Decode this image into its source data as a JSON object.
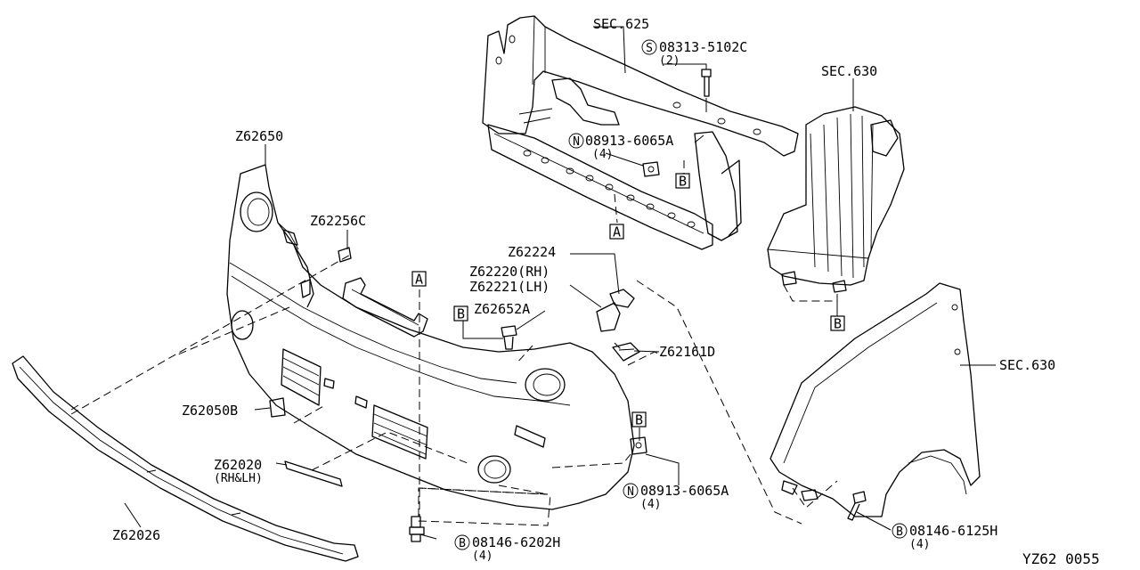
{
  "labels": {
    "sec625": "SEC.625",
    "sec630_top": "SEC.630",
    "sec630_right": "SEC.630",
    "bolt_s_sym": "S",
    "bolt_s_num": "08313-5102C",
    "bolt_s_qty": "(2)",
    "nut_n1_sym": "N",
    "nut_n1_num": "08913-6065A",
    "nut_n1_qty": "(4)",
    "nut_n2_sym": "N",
    "nut_n2_num": "08913-6065A",
    "nut_n2_qty": "(4)",
    "bolt_b1_sym": "B",
    "bolt_b1_num": "08146-6202H",
    "bolt_b1_qty": "(4)",
    "bolt_b2_sym": "B",
    "bolt_b2_num": "08146-6125H",
    "bolt_b2_qty": "(4)",
    "z62650": "Z62650",
    "z62256c": "Z62256C",
    "z62224": "Z62224",
    "z62220": "Z62220(RH)",
    "z62221": "Z62221(LH)",
    "z62652a": "Z62652A",
    "z62161d": "Z62161D",
    "z62050b": "Z62050B",
    "z62020": "Z62020",
    "z62020_sub": "(RH&LH)",
    "z62026": "Z62026",
    "ref_a1": "A",
    "ref_a2": "A",
    "ref_b1": "B",
    "ref_b2": "B",
    "ref_b3": "B",
    "ref_b4": "B",
    "diagram_code": "YZ62 0055"
  }
}
